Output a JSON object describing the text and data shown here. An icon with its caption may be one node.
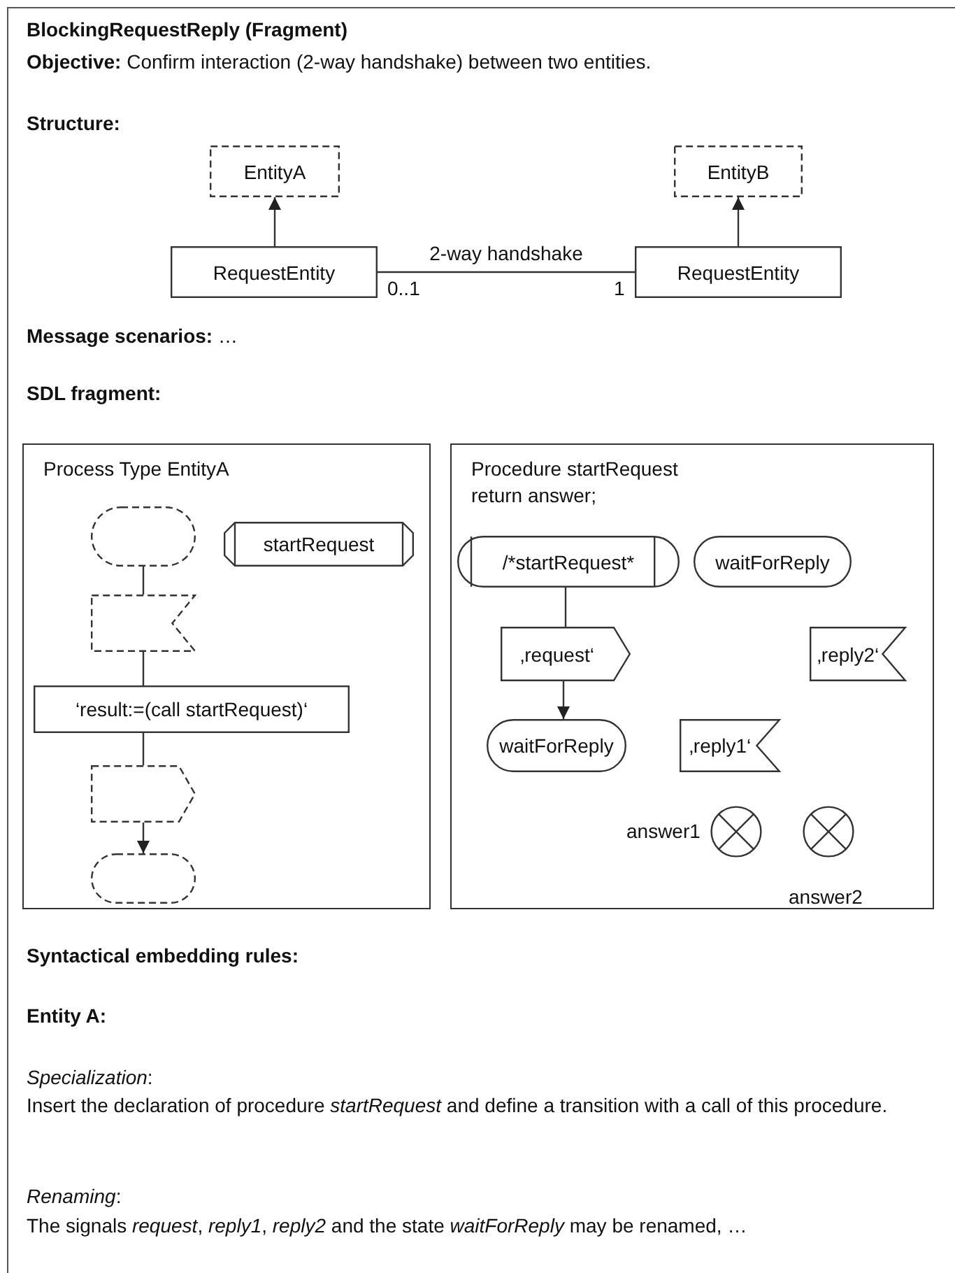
{
  "diagram": {
    "title": "BlockingRequestReply (Fragment)",
    "nodes": [
      {
        "text": [
          "EntityA"
        ]
      },
      {
        "text": [
          "EntityB"
        ]
      },
      {
        "text": [
          "RequestEntity"
        ]
      },
      {
        "text": [
          "RequestEntity"
        ]
      },
      {
        "text": [
          "Process Type EntityA"
        ]
      },
      {
        "text": [],
        "shape": "stadium",
        "in": 4
      },
      {
        "text": [
          "startRequest"
        ],
        "in": 4
      },
      {
        "text": [],
        "shape": "flag",
        "in": 4
      },
      {
        "text": [
          "‘result:=(call startRequest)‘"
        ],
        "in": 4
      },
      {
        "text": [],
        "shape": "pentagon",
        "in": 4
      },
      {
        "text": [],
        "shape": "stadium",
        "in": 4
      },
      {
        "text": [
          "Procedure startRequest return answer;"
        ]
      },
      {
        "text": [
          "/*startRequest*"
        ],
        "in": 11
      },
      {
        "text": [
          "waitForReply"
        ],
        "in": 11
      },
      {
        "text": [
          "‚request‘"
        ],
        "in": 11
      },
      {
        "text": [
          "‚reply2‘"
        ],
        "in": 11
      },
      {
        "text": [
          "waitForReply"
        ],
        "in": 11
      },
      {
        "text": [
          "‚reply1‘"
        ],
        "in": 11
      },
      {
        "text": [],
        "shape": "circle",
        "beside": [
          "answer1"
        ],
        "in": 11
      },
      {
        "text": [],
        "shape": "circle",
        "beside": [
          "answer2"
        ],
        "in": 11
      }
    ],
    "edges": [
      {
        "from": 2,
        "to": 0,
        "arrow": "to"
      },
      {
        "from": 3,
        "to": 1,
        "arrow": "to"
      },
      {
        "from": 2,
        "to": 3,
        "arrow": "none",
        "label": "2-way handshake"
      },
      {
        "from": 5,
        "to": 7,
        "arrow": "none"
      },
      {
        "from": 7,
        "to": 8,
        "arrow": "none"
      },
      {
        "from": 8,
        "to": 9,
        "arrow": "none"
      },
      {
        "from": 9,
        "to": 10,
        "arrow": "to"
      },
      {
        "from": 12,
        "to": 14,
        "arrow": "none"
      },
      {
        "from": 14,
        "to": 16,
        "arrow": "to"
      }
    ],
    "labels": [
      "**Objective:** Confirm interaction (2-way handshake) between two entities.",
      "Structure:",
      "0..1",
      "1",
      "**Message scenarios:** …",
      "SDL fragment:",
      "Syntactical embedding rules:",
      "Entity A:",
      "*Specialization*:",
      "Insert the declaration of procedure *startRequest* and define a transition with a call of this procedure.",
      "*Renaming*:",
      "The signals *request*, *reply1*, *reply2* and the state *waitForReply* may be renamed, …"
    ]
  }
}
